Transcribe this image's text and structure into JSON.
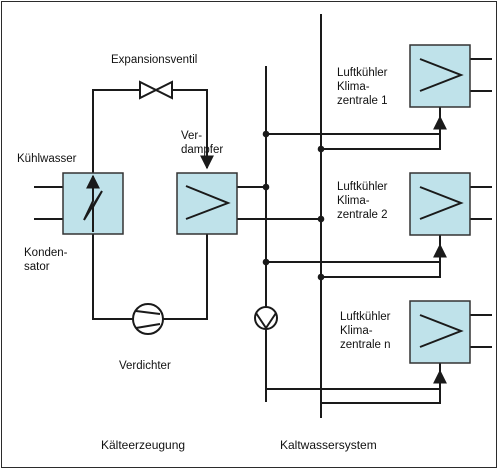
{
  "labels": {
    "expansion_valve": "Expansionsventil",
    "cooling_water": "Kühlwasser",
    "evaporator_1": "Ver-",
    "evaporator_2": "dampfer",
    "condenser_1": "Konden-",
    "condenser_2": "sator",
    "compressor": "Verdichter",
    "cooler1_line1": "Luftkühler",
    "cooler1_line2": "Klima-",
    "cooler1_line3": "zentrale 1",
    "cooler2_line1": "Luftkühler",
    "cooler2_line2": "Klima-",
    "cooler2_line3": "zentrale 2",
    "coolern_line1": "Luftkühler",
    "coolern_line2": "Klima-",
    "coolern_line3": "zentrale n"
  },
  "sections": {
    "refrigeration": "Kälteerzeugung",
    "chilled_water": "Kaltwassersystem"
  },
  "colors": {
    "line": "#1a1a1a",
    "exchanger_fill": "#bfe2ea",
    "exchanger_stroke": "#333333"
  }
}
